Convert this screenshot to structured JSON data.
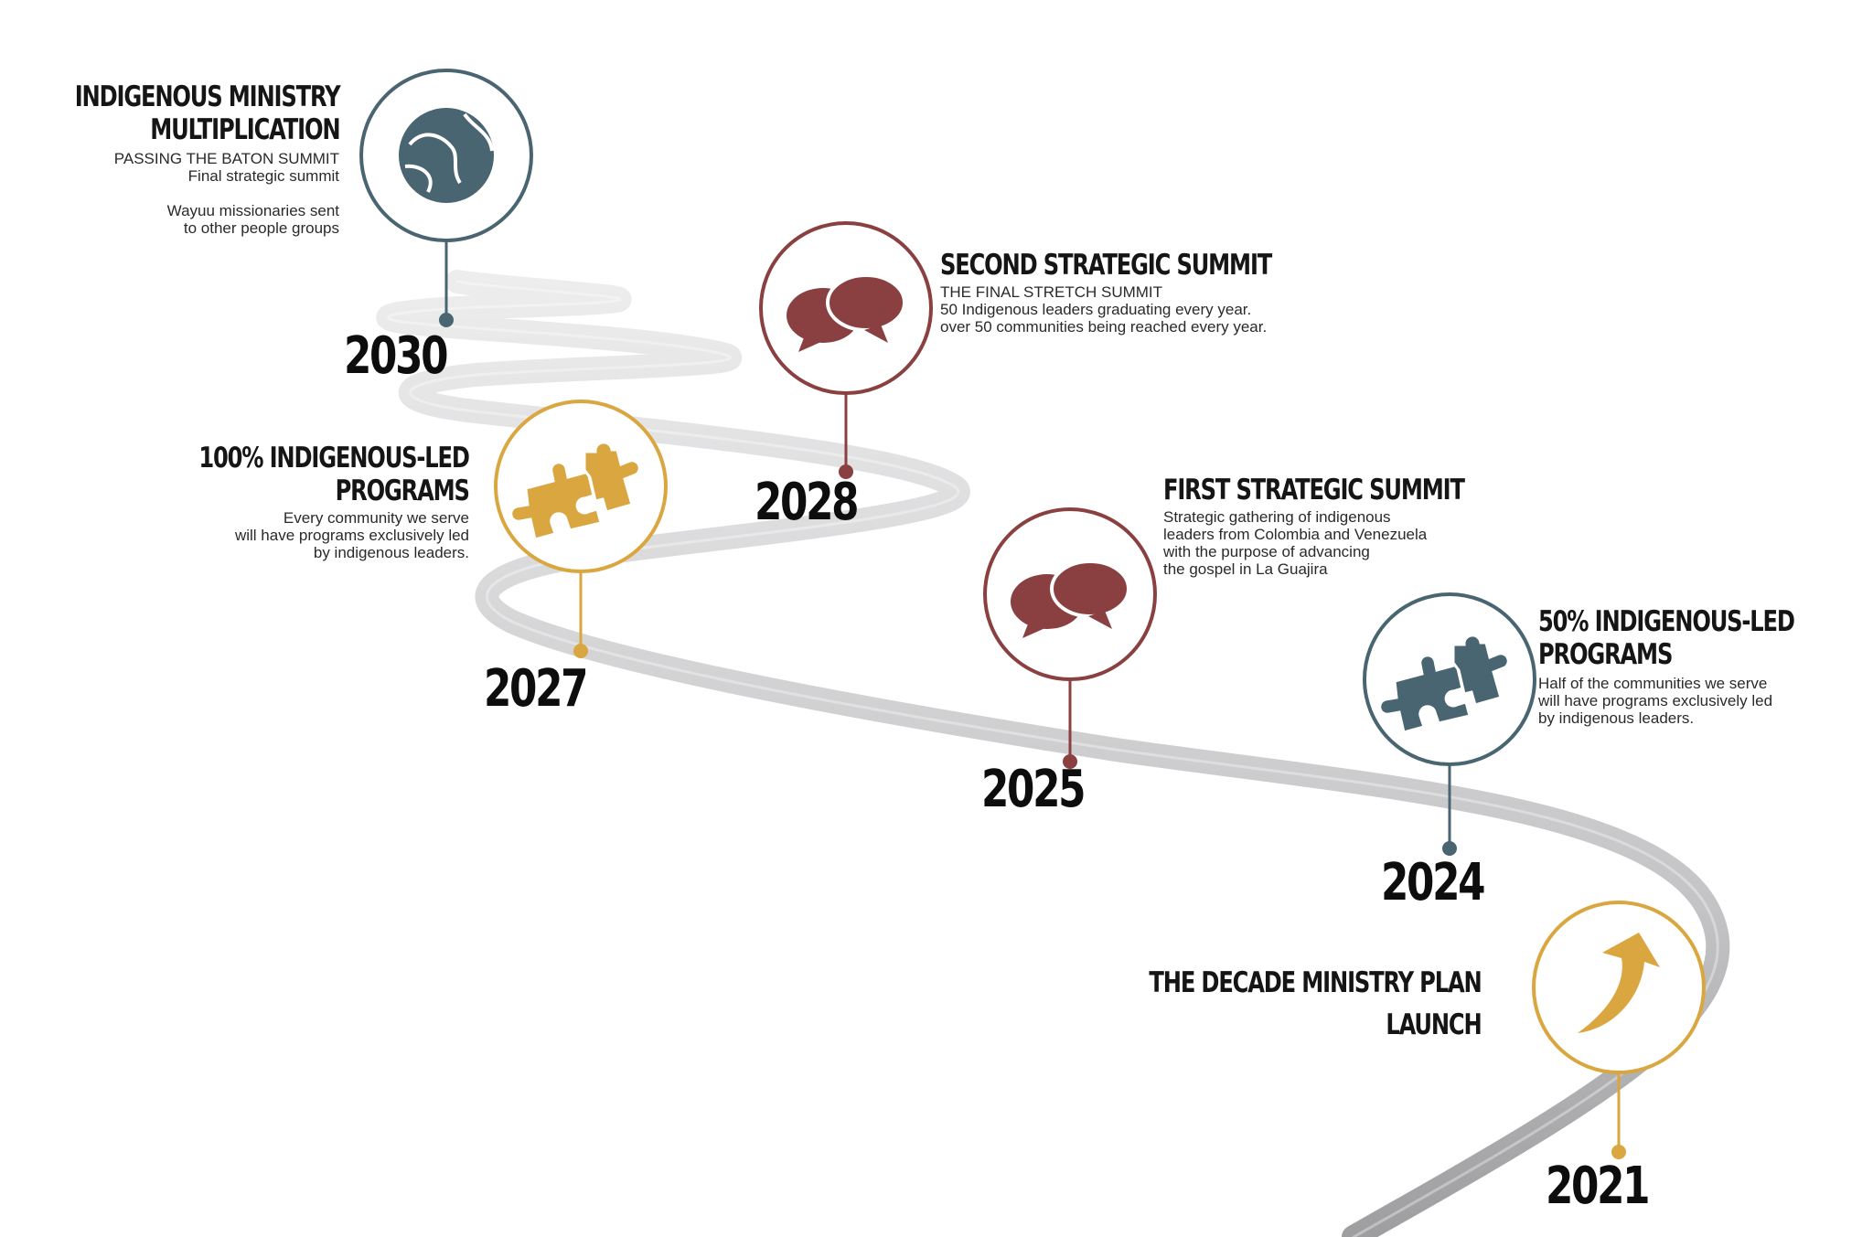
{
  "colors": {
    "teal": "#4a6572",
    "maroon": "#8a4040",
    "gold": "#d9a640",
    "road": "#c8c8ca",
    "road_dark": "#a9a9ab"
  },
  "milestones": [
    {
      "year": "2021",
      "title_lines": [
        "THE DECADE MINISTRY PLAN",
        "LAUNCH"
      ],
      "desc_lines": [],
      "icon": "arrow-up-icon",
      "color": "gold"
    },
    {
      "year": "2024",
      "title_lines": [
        "50% INDIGENOUS-LED",
        "PROGRAMS"
      ],
      "desc_lines": [
        "Half of the communities we serve",
        "will have programs exclusively led",
        "by indigenous leaders."
      ],
      "icon": "puzzle-icon",
      "color": "teal"
    },
    {
      "year": "2025",
      "title_lines": [
        "FIRST STRATEGIC SUMMIT"
      ],
      "desc_lines": [
        "Strategic gathering of indigenous",
        "leaders from Colombia and Venezuela",
        "with the purpose of advancing",
        "the gospel in La Guajira"
      ],
      "icon": "speech-bubbles-icon",
      "color": "maroon"
    },
    {
      "year": "2027",
      "title_lines": [
        "100% INDIGENOUS-LED",
        "PROGRAMS"
      ],
      "desc_lines": [
        "Every community we serve",
        "will have programs exclusively led",
        "by indigenous leaders."
      ],
      "icon": "puzzle-icon",
      "color": "gold"
    },
    {
      "year": "2028",
      "title_lines": [
        "SECOND STRATEGIC SUMMIT"
      ],
      "desc_lines": [
        "THE FINAL STRETCH SUMMIT",
        "50 Indigenous leaders graduating every year.",
        "over 50 communities being reached every year."
      ],
      "icon": "speech-bubbles-icon",
      "color": "maroon"
    },
    {
      "year": "2030",
      "title_lines": [
        "INDIGENOUS MINISTRY",
        "MULTIPLICATION"
      ],
      "desc_lines": [
        "PASSING THE BATON SUMMIT",
        "Final strategic summit",
        "",
        "Wayuu missionaries sent",
        "to other people groups"
      ],
      "icon": "globe-icon",
      "color": "teal"
    }
  ]
}
